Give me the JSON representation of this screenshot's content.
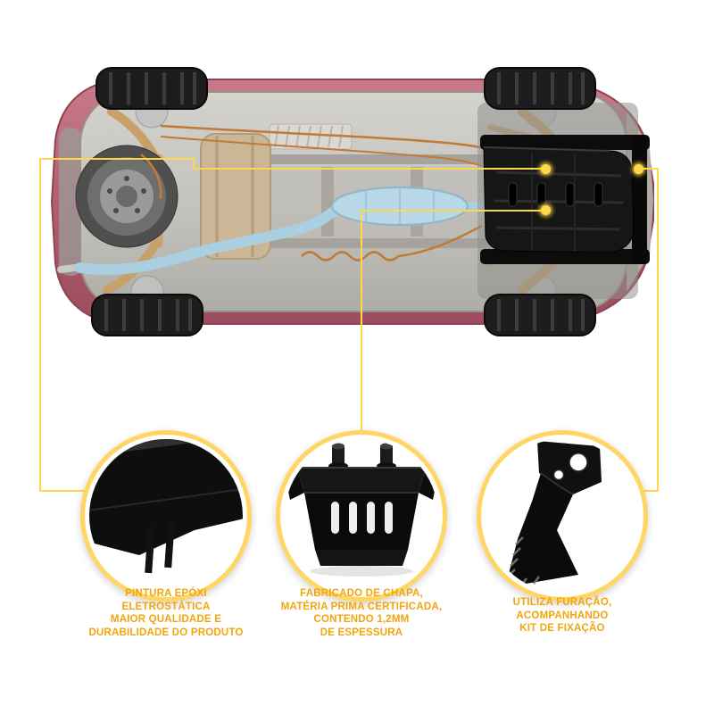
{
  "colors": {
    "accent_yellow": "#ffd84a",
    "ring_yellow": "#ffd664",
    "caption_orange": "#f2a50c",
    "car_pink": "#b8606f",
    "plate_black": "#141414",
    "exhaust_blue": "#aed3e4"
  },
  "illustration": {
    "subject": "car underside with installed black skid plate",
    "highlight_part": "engine skid plate (protetor de carter)"
  },
  "callouts": [
    {
      "id": "paint",
      "caption_lines": [
        "PINTURA EPÓXI",
        "ELETROSTÁTICA",
        "MAIOR QUALIDADE E",
        "DURABILIDADE DO PRODUTO"
      ]
    },
    {
      "id": "sheet",
      "caption_lines": [
        "FABRICADO DE CHAPA,",
        "MATÉRIA PRIMA CERTIFICADA,",
        "CONTENDO 1,2MM",
        "DE ESPESSURA"
      ]
    },
    {
      "id": "fixing",
      "caption_lines": [
        "UTILIZA FURAÇÃO,",
        "ACOMPANHANDO",
        "KIT DE FIXAÇÃO"
      ]
    }
  ]
}
